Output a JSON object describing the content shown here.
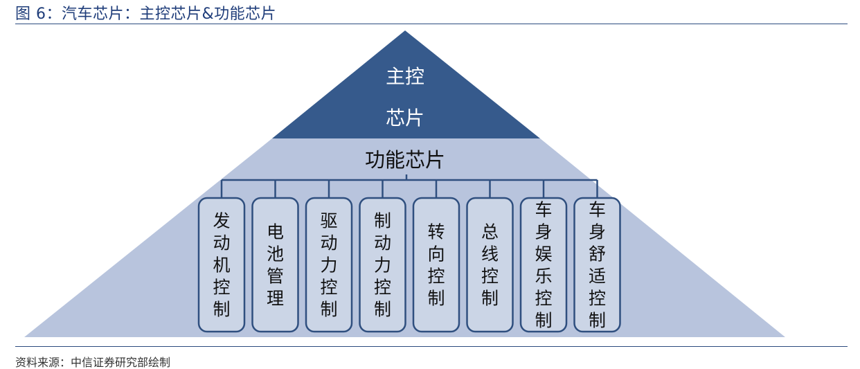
{
  "header": {
    "title": "图 6：汽车芯片：主控芯片&功能芯片"
  },
  "diagram": {
    "top_tier": {
      "line1": "主控",
      "line2": "芯片"
    },
    "middle_tier": {
      "label": "功能芯片"
    },
    "boxes": [
      {
        "label": "发动机控制"
      },
      {
        "label": "电池管理"
      },
      {
        "label": "驱动力控制"
      },
      {
        "label": "制动力控制"
      },
      {
        "label": "转向控制"
      },
      {
        "label": "总线控制"
      },
      {
        "label": "车身娱乐控制"
      },
      {
        "label": "车身舒适控制"
      }
    ],
    "colors": {
      "top_fill": "#365a8c",
      "bottom_fill": "#b8c4dd",
      "box_fill": "#cbd5e6",
      "box_border": "#2f4f7f",
      "connector": "#2f4f7f"
    }
  },
  "footer": {
    "source": "资料来源：中信证券研究部绘制"
  }
}
